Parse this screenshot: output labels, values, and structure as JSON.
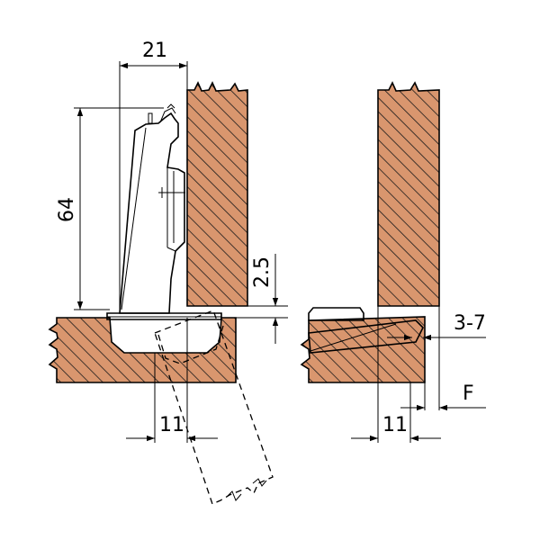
{
  "dimensions": {
    "cup_offset_top": "21",
    "arm_height": "64",
    "gap_small": "2.5",
    "left_cup_distance": "11",
    "right_cup_distance": "11",
    "overlay_range": "3-7",
    "overlay_label": "F"
  },
  "colors": {
    "wood_fill": "#d9966e",
    "wood_hatch": "#1a1a1a",
    "line": "#000000",
    "background": "#ffffff"
  }
}
